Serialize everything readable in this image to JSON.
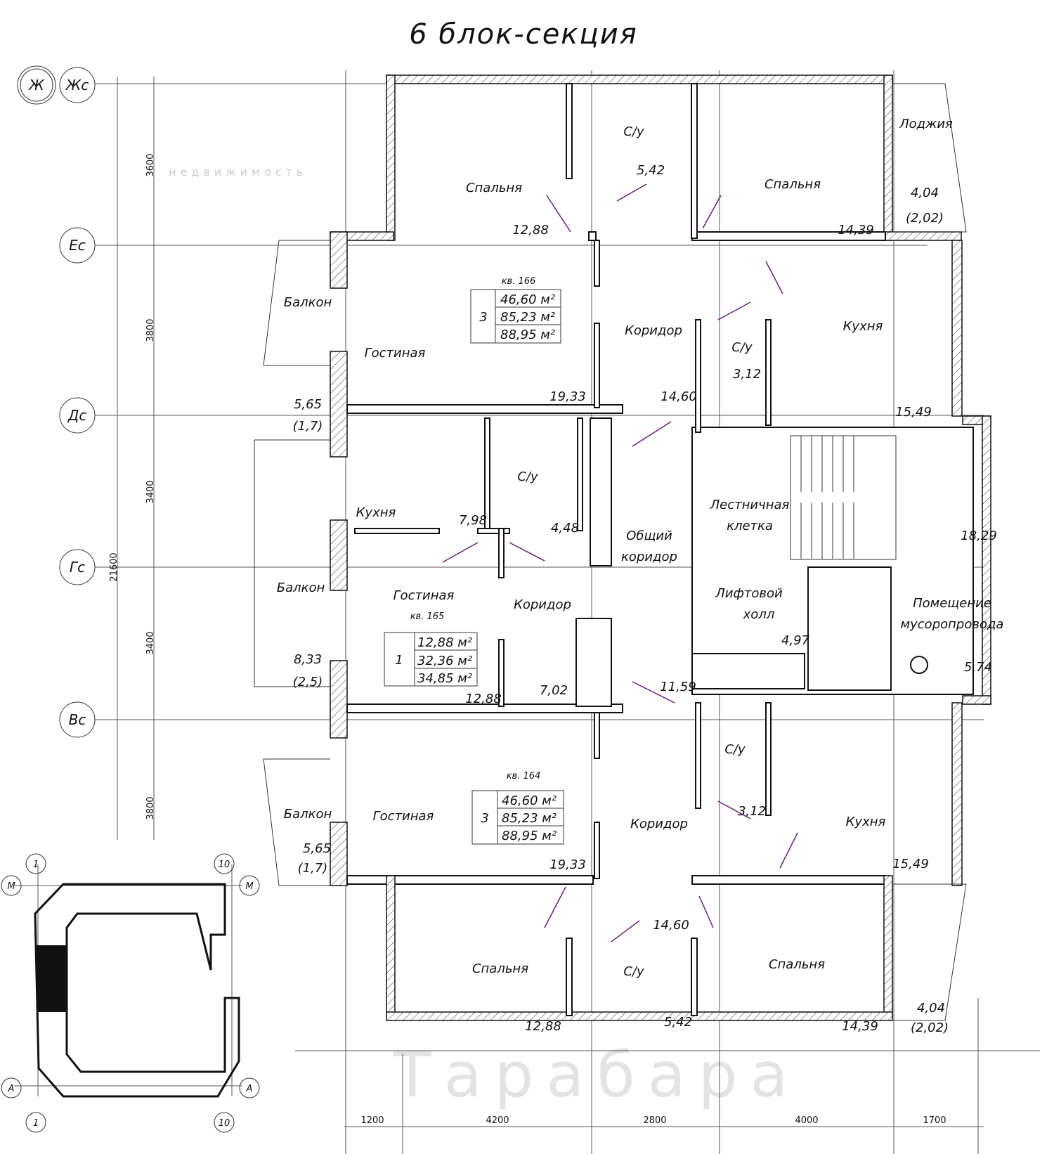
{
  "title": "6 блок-секция",
  "axes": {
    "rows": [
      "Ж",
      "Жс",
      "Ес",
      "Дс",
      "Гс",
      "Вс"
    ],
    "keyplan": {
      "cols": [
        "1",
        "10"
      ],
      "rows": [
        "М",
        "А"
      ]
    }
  },
  "dimensions": {
    "vertical": [
      "3600",
      "3800",
      "3400",
      "3400",
      "3800"
    ],
    "vertical_total": "21600",
    "horizontal": [
      "1200",
      "4200",
      "2800",
      "4000",
      "1700"
    ]
  },
  "watermark": {
    "main": "Тарабара",
    "sub": "недвижимость"
  },
  "apartments": [
    {
      "number": "кв. 166",
      "rooms": "3",
      "areas": [
        "46,60 м²",
        "85,23 м²",
        "88,95 м²"
      ]
    },
    {
      "number": "кв. 165",
      "rooms": "1",
      "areas": [
        "12,88 м²",
        "32,36 м²",
        "34,85 м²"
      ]
    },
    {
      "number": "кв. 164",
      "rooms": "3",
      "areas": [
        "46,60 м²",
        "85,23 м²",
        "88,95 м²"
      ]
    }
  ],
  "labels": {
    "a166": [
      "Спальня",
      "12,88",
      "С/у",
      "5,42",
      "Спальня",
      "14,39",
      "Лоджия",
      "4,04",
      "(2,02)",
      "Балкон",
      "Гостиная",
      "5,65",
      "(1,7)",
      "19,33",
      "Коридор",
      "С/у",
      "3,12",
      "14,60",
      "Кухня",
      "15,49"
    ],
    "a165": [
      "Кухня",
      "7,98",
      "С/у",
      "4,48",
      "Гостиная",
      "Коридор",
      "Балкон",
      "8,33",
      "(2,5)",
      "12,88",
      "7,02"
    ],
    "common": [
      "Общий",
      "коридор",
      "Лестничная",
      "клетка",
      "18,29",
      "Лифтовой",
      "холл",
      "4,97",
      "Помещение",
      "мусоропровода",
      "5,74",
      "11,59"
    ],
    "a164": [
      "Балкон",
      "Гостиная",
      "5,65",
      "(1,7)",
      "19,33",
      "Коридор",
      "С/у",
      "3,12",
      "Кухня",
      "15,49",
      "14,60",
      "Спальня",
      "С/у",
      "Спальня",
      "12,88",
      "5,42",
      "14,39",
      "4,04",
      "(2,02)"
    ]
  }
}
